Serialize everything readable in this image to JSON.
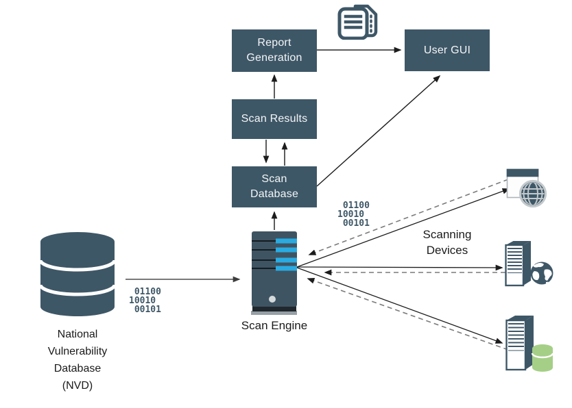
{
  "diagram": {
    "boxes": {
      "report_generation": "Report\nGeneration",
      "scan_results": "Scan Results",
      "scan_database": "Scan\nDatabase",
      "user_gui": "User GUI"
    },
    "labels": {
      "scan_engine": "Scan Engine",
      "nvd": "National\nVulnerability\nDatabase\n(NVD)",
      "scanning_devices": "Scanning\nDevices"
    },
    "annotations": {
      "binary_nvd_feed": " 01100\n10010\n 00101",
      "binary_device_feed": " 01100\n10010\n 00101"
    },
    "icons": [
      {
        "name": "report-documents-icon",
        "meaning": "generated report documents"
      },
      {
        "name": "nvd-database-icon",
        "meaning": "database cylinder"
      },
      {
        "name": "scan-engine-server-icon",
        "meaning": "server tower with activity bars"
      },
      {
        "name": "web-browser-globe-icon",
        "meaning": "scanned web device"
      },
      {
        "name": "server-globe-icon",
        "meaning": "scanned web server"
      },
      {
        "name": "server-database-icon",
        "meaning": "scanned database server"
      }
    ],
    "edges": [
      {
        "from": "National Vulnerability Database (NVD)",
        "to": "Scan Engine",
        "style": "solid"
      },
      {
        "from": "Scan Engine",
        "to": "Scan Database",
        "style": "solid"
      },
      {
        "from": "Scan Results",
        "to": "Scan Database",
        "style": "solid"
      },
      {
        "from": "Scan Database",
        "to": "Scan Results",
        "style": "solid"
      },
      {
        "from": "Scan Results",
        "to": "Report Generation",
        "style": "solid"
      },
      {
        "from": "Report Generation",
        "to": "User GUI",
        "style": "solid"
      },
      {
        "from": "Scan Database",
        "to": "User GUI",
        "style": "solid"
      },
      {
        "from": "Scan Engine",
        "to": "Scanning Device 1 (web browser)",
        "style": "solid"
      },
      {
        "from": "Scanning Device 1 (web browser)",
        "to": "Scan Engine",
        "style": "dashed"
      },
      {
        "from": "Scan Engine",
        "to": "Scanning Device 2 (web server)",
        "style": "solid"
      },
      {
        "from": "Scanning Device 2 (web server)",
        "to": "Scan Engine",
        "style": "dashed"
      },
      {
        "from": "Scan Engine",
        "to": "Scanning Device 3 (database server)",
        "style": "solid"
      },
      {
        "from": "Scanning Device 3 (database server)",
        "to": "Scan Engine",
        "style": "dashed"
      }
    ],
    "colors": {
      "node_fill": "#3E5767",
      "node_text": "#F4F6F7",
      "accent_cyan": "#29ABE2",
      "database_green": "#A5CF87",
      "binary_text": "#3E5767",
      "solid_arrow": "#212121",
      "dashed_arrow": "#7a7a7a"
    }
  }
}
